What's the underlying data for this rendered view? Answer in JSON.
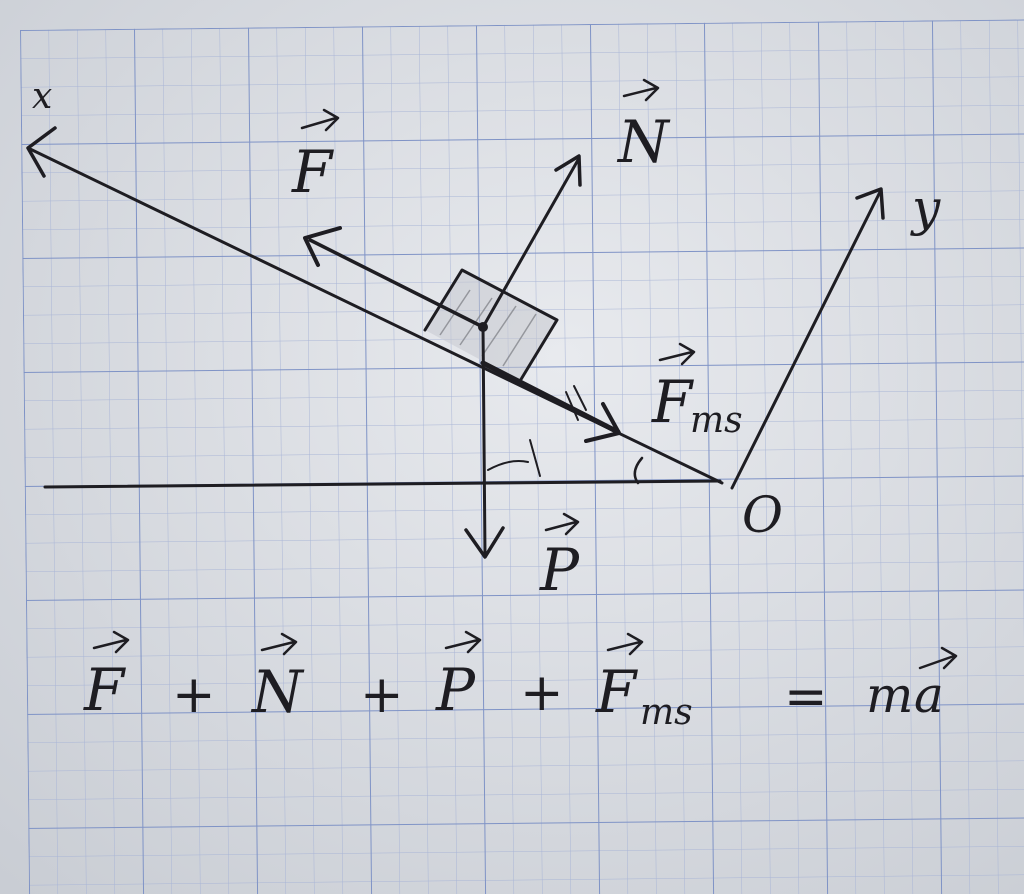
{
  "diagram": {
    "axis_x_label": "x",
    "axis_y_label": "y",
    "origin_label": "O",
    "vectors": {
      "F": "F",
      "N": "N",
      "P": "P",
      "Fms": "F",
      "Fms_sub": "ms"
    }
  },
  "equation": {
    "t1": "F",
    "plus1": "+",
    "t2": "N",
    "plus2": "+",
    "t3": "P",
    "plus3": "+",
    "t4": "F",
    "t4_sub": "ms",
    "equals": "=",
    "rhs_m": "m",
    "rhs_a": "a"
  },
  "colors": {
    "ink": "#1e1d22",
    "paper": "#dcdfe4",
    "grid": "#8f9fc9"
  }
}
